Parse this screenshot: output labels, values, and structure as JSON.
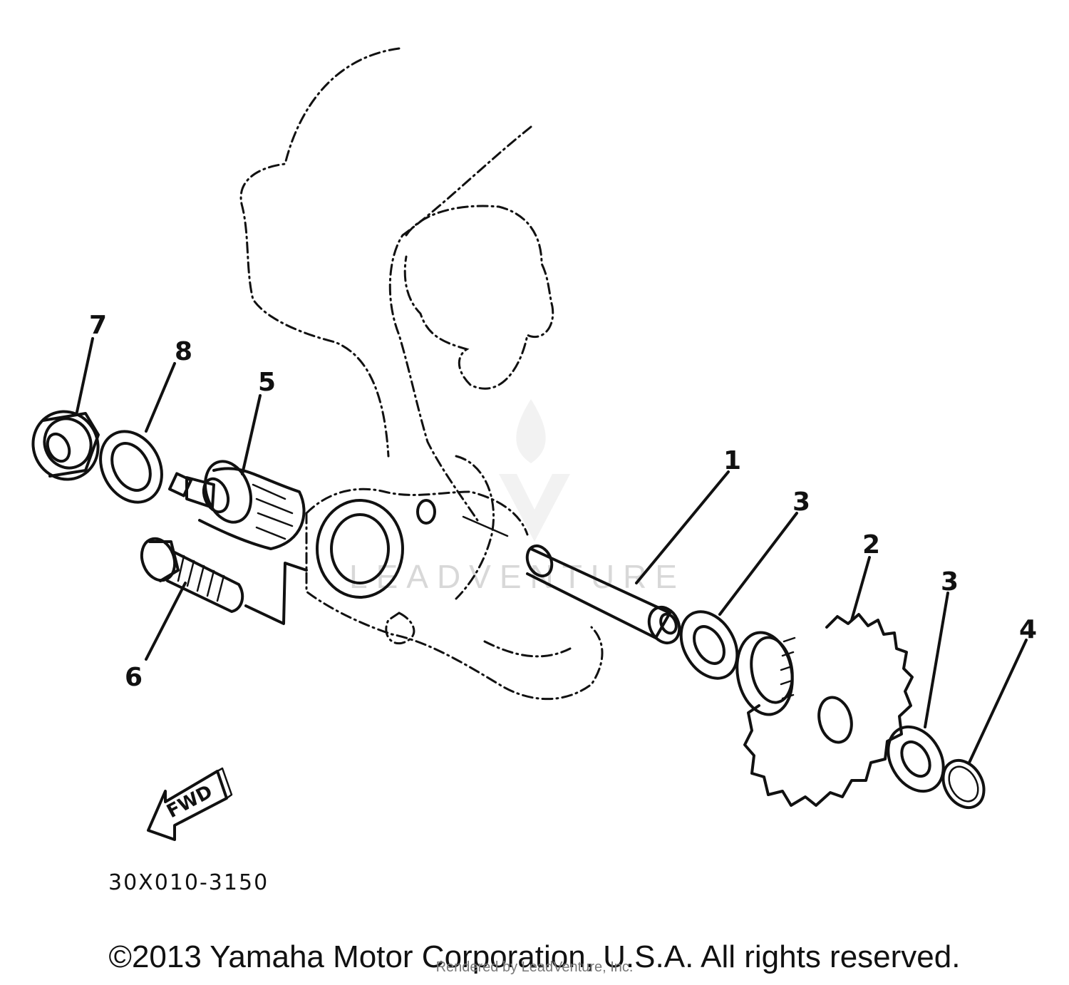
{
  "diagram": {
    "callouts": {
      "c1": "1",
      "c2": "2",
      "c3a": "3",
      "c3b": "3",
      "c4": "4",
      "c5": "5",
      "c6": "6",
      "c7": "7",
      "c8": "8"
    },
    "fwd_label": "FWD",
    "part_code": "30X010-3150",
    "watermark": "LEADVENTURE"
  },
  "footer": {
    "copyright": "©2013 Yamaha Motor Corporation, U.S.A. All rights reserved.",
    "rendered_by": "Rendered by LeadVenture, Inc."
  }
}
